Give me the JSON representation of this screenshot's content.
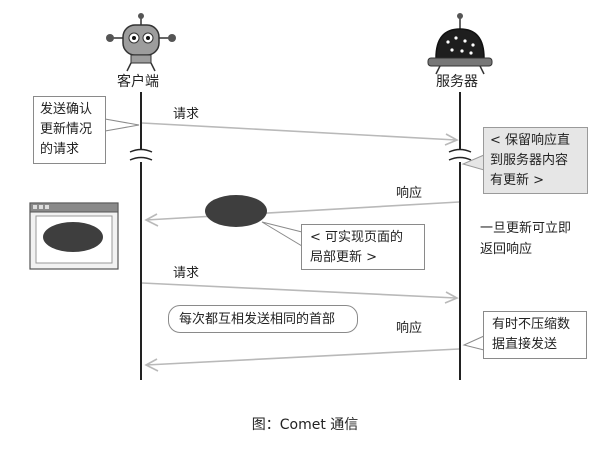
{
  "client": {
    "label": "客户端"
  },
  "server": {
    "label": "服务器"
  },
  "messages": {
    "request1": "请求",
    "response1": "响应",
    "request2": "请求",
    "response2": "响应"
  },
  "notes": {
    "client_note": [
      "发送确认",
      "更新情况",
      "的请求"
    ],
    "server_hold": [
      "< 保留响应直",
      "到服务器内容",
      "有更新 >"
    ],
    "immediate_return": [
      "一旦更新可立即",
      "返回响应"
    ],
    "partial_update": [
      "< 可实现页面的",
      "局部更新 >"
    ],
    "same_header": "每次都互相发送相同的首部",
    "compress": [
      "有时不压缩数",
      "据直接发送"
    ]
  },
  "caption": "图：Comet 通信",
  "colors": {
    "arrow": "#b9b9b9",
    "line": "#222222",
    "oval": "#3e3e3e",
    "note_gray": "#e6e6e6"
  }
}
